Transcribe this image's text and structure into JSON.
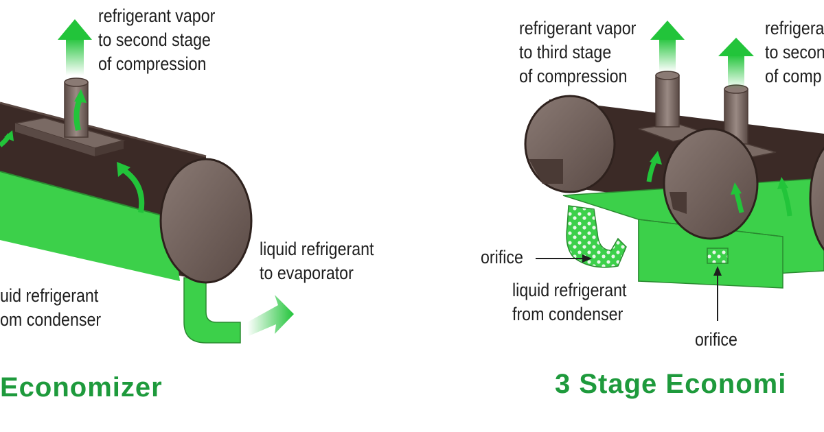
{
  "left_diagram": {
    "title": "Economizer",
    "vapor_label": [
      "refrigerant vapor",
      "to second stage",
      "of compression"
    ],
    "liquid_out_label": [
      "liquid refrigerant",
      "to evaporator"
    ],
    "liquid_in_label": [
      "uid refrigerant",
      "om condenser"
    ]
  },
  "right_diagram": {
    "title": "3 Stage Economi",
    "vapor_label_third": [
      "refrigerant vapor",
      "to third stage",
      "of compression"
    ],
    "vapor_label_second": [
      "refrigera",
      "to secon",
      "of comp"
    ],
    "orifice_left_label": "orifice",
    "liquid_in_label": [
      "liquid refrigerant",
      "from condenser"
    ],
    "orifice_bottom_label": "orifice"
  },
  "colors": {
    "title_green": "#1e9a3c",
    "liquid_green": "#3cd04a",
    "vessel_dark": "#3b2a26",
    "end_cap": "#6f5f5a",
    "arrow_green": "#22c43a"
  }
}
